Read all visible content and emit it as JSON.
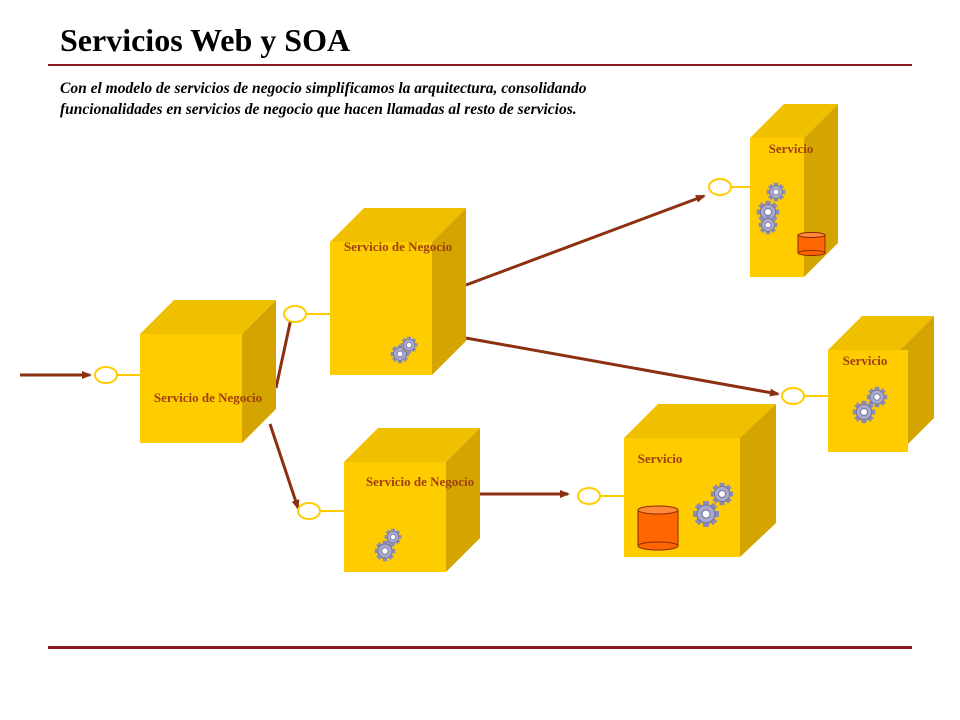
{
  "title": "Servicios Web y SOA",
  "subtitle": "Con el modelo de servicios de negocio simplificamos la arquitectura, consolidando funcionalidades en servicios de negocio que hacen llamadas al resto de servicios.",
  "colors": {
    "box_front": "#ffcc00",
    "box_side": "#d4a500",
    "box_top": "#f0c000",
    "connector": "#8b3010",
    "rule": "#8b1a1a",
    "label": "#a04010",
    "database": "#ff6600"
  },
  "nodes": {
    "negocio_main": {
      "label": "Servicio de Negocio",
      "icons": [
        "gears-icon"
      ]
    },
    "negocio_top": {
      "label": "Servicio de Negocio",
      "icons": [
        "gears-icon"
      ]
    },
    "negocio_bottom": {
      "label": "Servicio de Negocio",
      "icons": [
        "gears-icon"
      ]
    },
    "servicio_top_right": {
      "label": "Servicio",
      "icons": [
        "gears-icon",
        "database-icon"
      ]
    },
    "servicio_mid_right": {
      "label": "Servicio",
      "icons": [
        "gears-icon"
      ]
    },
    "servicio_bottom": {
      "label": "Servicio",
      "icons": [
        "gears-icon",
        "database-icon"
      ]
    }
  }
}
